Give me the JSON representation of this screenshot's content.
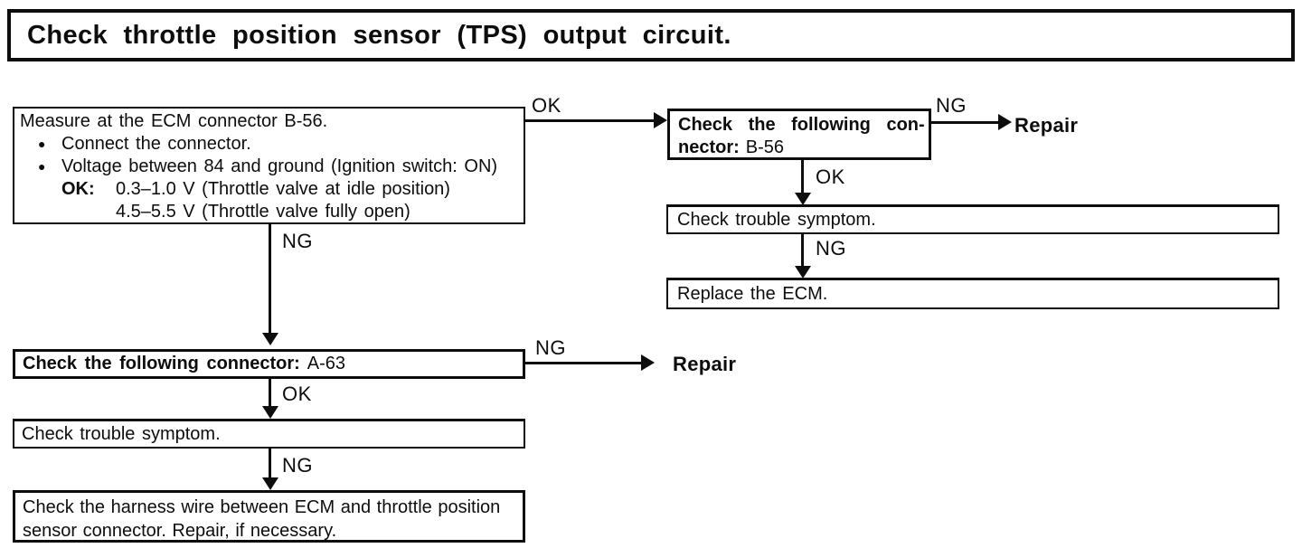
{
  "title": "Check throttle position sensor (TPS) output circuit.",
  "glyphs": {
    "bullet": "●"
  },
  "labels": {
    "ok": "OK",
    "ng": "NG"
  },
  "nodes": {
    "measure": {
      "heading": "Measure at the ECM connector B-56.",
      "bullets": [
        "Connect the connector.",
        "Voltage between 84 and ground (Ignition switch: ON)"
      ],
      "ok_label": "OK:",
      "ok_spec_idle": "0.3–1.0 V (Throttle valve at idle position)",
      "ok_spec_open": "4.5–5.5 V (Throttle valve fully open)"
    },
    "connector_b56": {
      "line1": "Check the following con-",
      "line2_label": "nector:",
      "value": "B-56"
    },
    "repair_top": "Repair",
    "symptom_right": "Check trouble symptom.",
    "replace_ecm": "Replace the ECM.",
    "connector_a63": {
      "label": "Check the following connector:",
      "value": "A-63"
    },
    "repair_mid": "Repair",
    "symptom_left": "Check trouble symptom.",
    "harness": "Check the harness wire between ECM and throttle position sensor connector. Repair, if necessary."
  }
}
